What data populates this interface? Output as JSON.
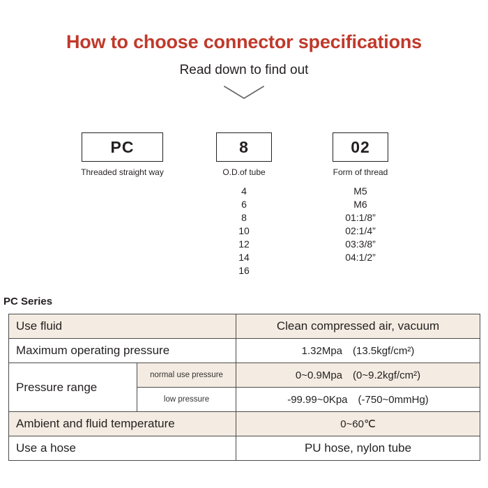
{
  "header": {
    "title": "How to choose connector specifications",
    "subtitle": "Read down to find out",
    "chevron_icon": "chevron-down-icon"
  },
  "code_boxes": [
    {
      "code": "PC",
      "caption": "Threaded straight way",
      "options": []
    },
    {
      "code": "8",
      "caption": "O.D.of tube",
      "options": [
        "4",
        "6",
        "8",
        "10",
        "12",
        "14",
        "16"
      ]
    },
    {
      "code": "02",
      "caption": "Form of thread",
      "options": [
        "M5",
        "M6",
        "01:1/8”",
        "02:1/4”",
        "03:3/8”",
        "04:1/2”"
      ]
    }
  ],
  "spec": {
    "series_label": "PC Series",
    "rows": [
      {
        "label": "Use fluid",
        "sub": null,
        "value": "Clean compressed air, vacuum"
      },
      {
        "label": "Maximum operating pressure",
        "sub": null,
        "value": "1.32Mpa (13.5kgf/cm²)"
      },
      {
        "label": "Pressure range",
        "sub": "normal use pressure",
        "value": "0~0.9Mpa (0~9.2kgf/cm²)"
      },
      {
        "label": "",
        "sub": "low pressure",
        "value": "-99.99~0Kpa (-750~0mmHg)"
      },
      {
        "label": "Ambient and fluid temperature",
        "sub": null,
        "value": "0~60℃"
      },
      {
        "label": "Use a hose",
        "sub": null,
        "value": "PU hose, nylon tube"
      }
    ]
  },
  "colors": {
    "title_red": "#c0392b",
    "row_beige": "#f4ece2",
    "row_white": "#ffffff",
    "border": "#4a4a4a",
    "text": "#231f20"
  }
}
